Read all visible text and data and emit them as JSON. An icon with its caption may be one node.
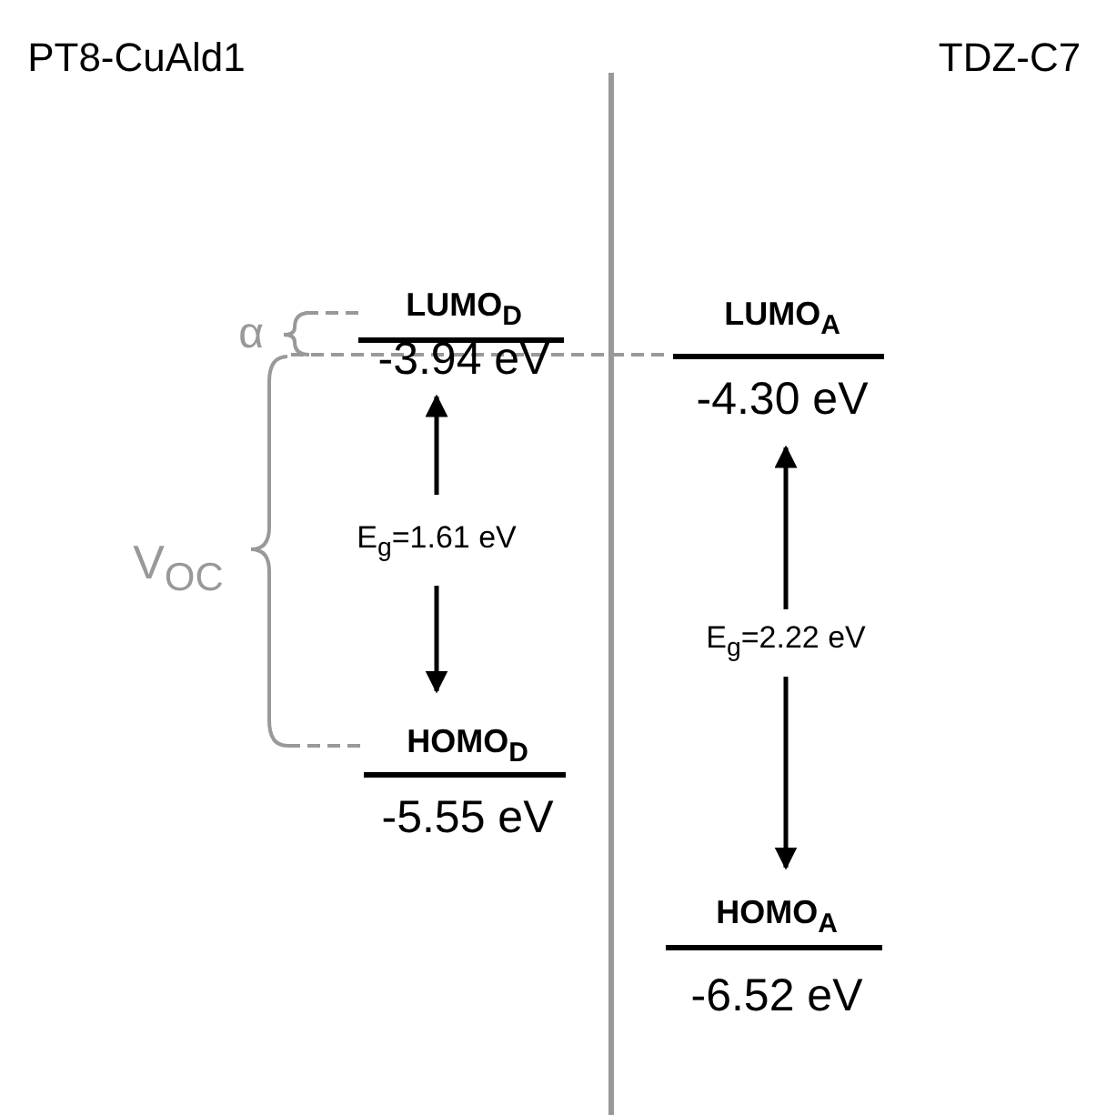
{
  "diagram": {
    "labels": [
      "PT8-CuAld1",
      "TDZ-C7",
      "LUMO$_{D}$",
      "α",
      "-3.94 eV",
      "LUMO$_{A}$",
      "-4.30 eV",
      "E$_{g}$=1.61 eV",
      "V$_{OC}$",
      "E$_{g}$=2.22 eV",
      "HOMO$_{D}$",
      "-5.55 eV",
      "HOMO$_{A}$",
      "-6.52 eV"
    ]
  }
}
